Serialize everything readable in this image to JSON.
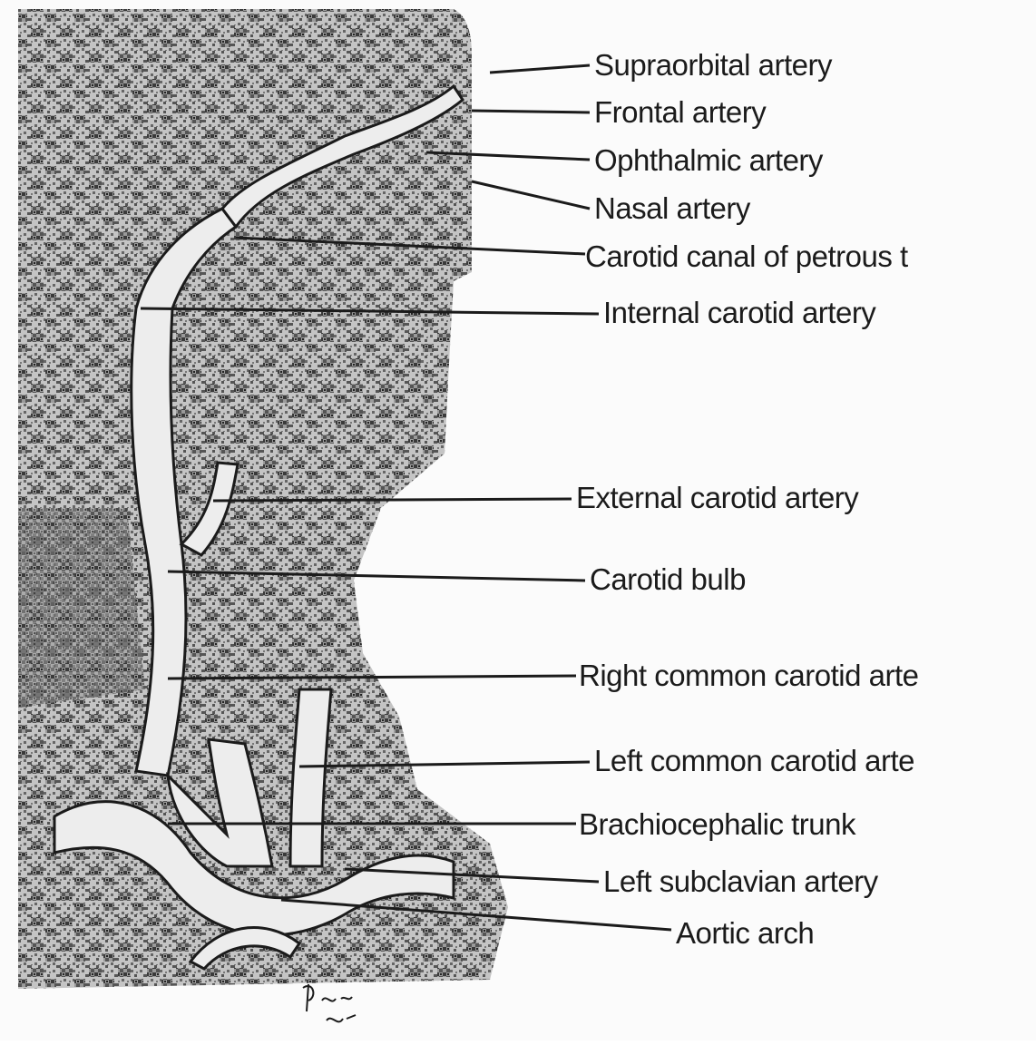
{
  "labels": [
    {
      "id": "supraorbital",
      "text": "Supraorbital artery"
    },
    {
      "id": "frontal",
      "text": "Frontal artery"
    },
    {
      "id": "ophthalmic",
      "text": "Ophthalmic artery"
    },
    {
      "id": "nasal",
      "text": "Nasal artery"
    },
    {
      "id": "carotid-canal",
      "text": "Carotid canal of petrous t"
    },
    {
      "id": "internal-carotid",
      "text": "Internal carotid artery"
    },
    {
      "id": "external-carotid",
      "text": "External carotid artery"
    },
    {
      "id": "carotid-bulb",
      "text": "Carotid bulb"
    },
    {
      "id": "right-common-carotid",
      "text": "Right common carotid arte"
    },
    {
      "id": "left-common-carotid",
      "text": "Left common carotid arte"
    },
    {
      "id": "brachiocephalic",
      "text": "Brachiocephalic trunk"
    },
    {
      "id": "left-subclavian",
      "text": "Left subclavian artery"
    },
    {
      "id": "aortic-arch",
      "text": "Aortic arch"
    }
  ],
  "signature": "Paw® M. Smo",
  "colors": {
    "ink": "#1b1b1b",
    "halftone_dark": "#3a3a3a",
    "halftone_mid": "#8a8a8a",
    "paper": "#fbfbfb"
  }
}
